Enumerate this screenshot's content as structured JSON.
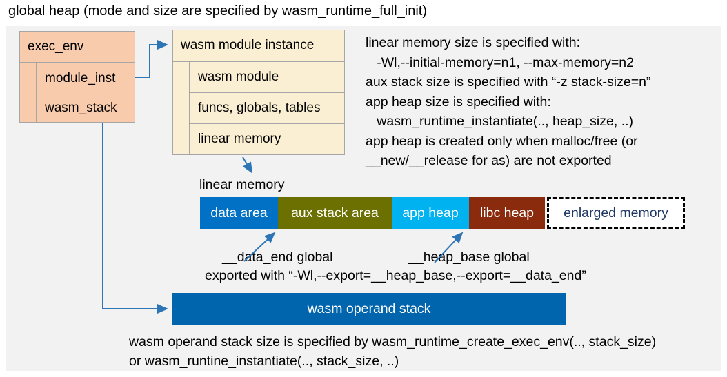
{
  "title": "global heap (mode and size are specified by wasm_runtime_full_init)",
  "exec_env": {
    "label": "exec_env",
    "rows": [
      {
        "label": "module_inst"
      },
      {
        "label": "wasm_stack"
      }
    ]
  },
  "module_instance": {
    "label": "wasm module instance",
    "rows": [
      {
        "label": "wasm module"
      },
      {
        "label": "funcs, globals, tables"
      },
      {
        "label": "linear memory"
      }
    ]
  },
  "notes_right": {
    "lines": [
      "linear memory size is specified with:",
      "   -Wl,--initial-memory=n1, --max-memory=n2",
      "aux stack size is specified with “-z stack-size=n”",
      "app heap size is specified with:",
      "   wasm_runtime_instantiate(.., heap_size, ..)",
      "app heap is created only when malloc/free (or",
      "__new/__release for as) are not exported"
    ]
  },
  "linear_memory": {
    "label": "linear memory",
    "segments": [
      {
        "label": "data area",
        "color": "#0071c5"
      },
      {
        "label": "aux stack area",
        "color": "#6b7000"
      },
      {
        "label": "app heap",
        "color": "#00b3f0"
      },
      {
        "label": "libc heap",
        "color": "#8a2b0d"
      },
      {
        "label": "enlarged memory",
        "color": "#ffffff"
      }
    ],
    "annotations": {
      "data_end": "__data_end global",
      "heap_base": "__heap_base global",
      "exported": "exported with “-Wl,--export=__heap_base,--export=__data_end”"
    }
  },
  "operand_stack": {
    "label": "wasm operand stack"
  },
  "bottom_note": {
    "lines": [
      "wasm operand stack size is specified by wasm_runtime_create_exec_env(.., stack_size)",
      "or wasm_runtine_instantiate(.., stack_size, ..)"
    ]
  },
  "colors": {
    "canvas_bg": "#f2f2f2",
    "struct_box_fill": "#f8cbad",
    "instance_box_fill": "#faefd2",
    "box_border": "#a6a6a6",
    "arrow": "#2e75b6",
    "data_area": "#0071c5",
    "aux_stack_area": "#6b7000",
    "app_heap": "#00b3f0",
    "libc_heap": "#8a2b0d",
    "operand_stack": "#0065ad",
    "enlarged_memory_text": "#1f3864"
  }
}
